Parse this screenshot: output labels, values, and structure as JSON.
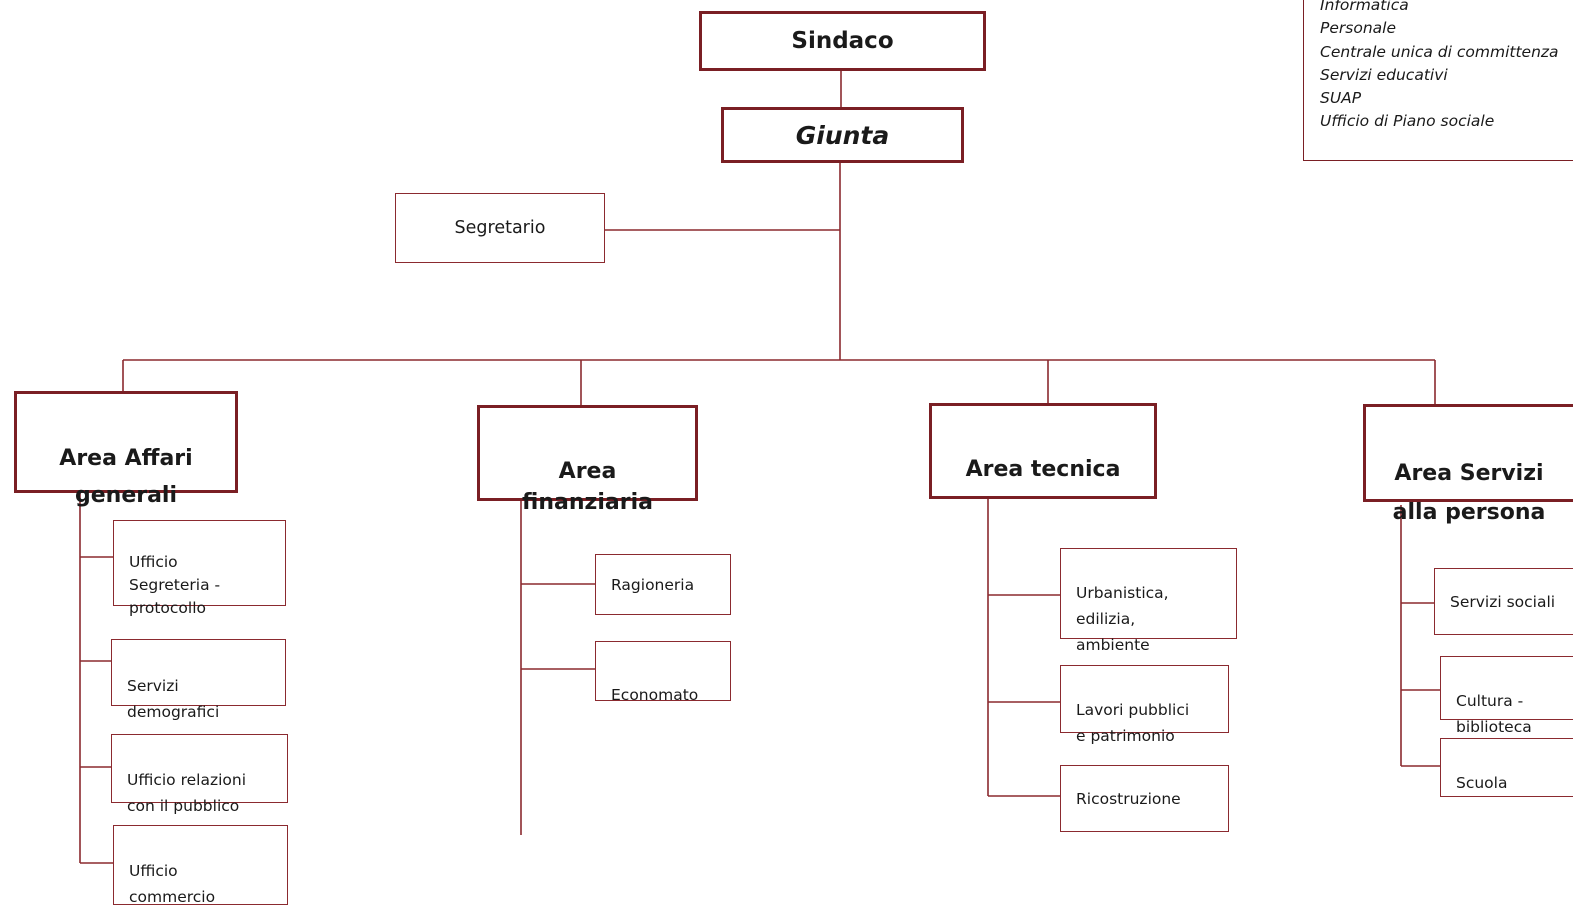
{
  "header": {
    "sindaco": "Sindaco",
    "giunta": "Giunta",
    "segretario": "Segretario"
  },
  "legend": {
    "items": [
      "Informatica",
      "Personale",
      "Centrale unica di committenza",
      "Servizi educativi",
      "SUAP",
      "Ufficio di Piano sociale"
    ]
  },
  "areas": {
    "affari": {
      "title": "Area Affari\ngenerali",
      "offices": [
        "Ufficio\nSegreteria -\nprotocollo",
        "Servizi\ndemografici",
        "Ufficio relazioni\ncon il pubblico",
        "Ufficio\ncommercio"
      ]
    },
    "finanziaria": {
      "title": "Area\nfinanziaria",
      "offices": [
        "Ragioneria",
        "Economato"
      ]
    },
    "tecnica": {
      "title": "Area tecnica",
      "offices": [
        "Urbanistica,\nedilizia,\nambiente",
        "Lavori pubblici\ne patrimonio",
        "Ricostruzione"
      ]
    },
    "persona": {
      "title": "Area Servizi\nalla persona",
      "offices": [
        "Servizi sociali",
        "Cultura -\nbiblioteca",
        "Scuola"
      ]
    }
  },
  "colors": {
    "line": "#8b2a2f",
    "border": "#7a1f24",
    "logo": "#b08a3c"
  }
}
